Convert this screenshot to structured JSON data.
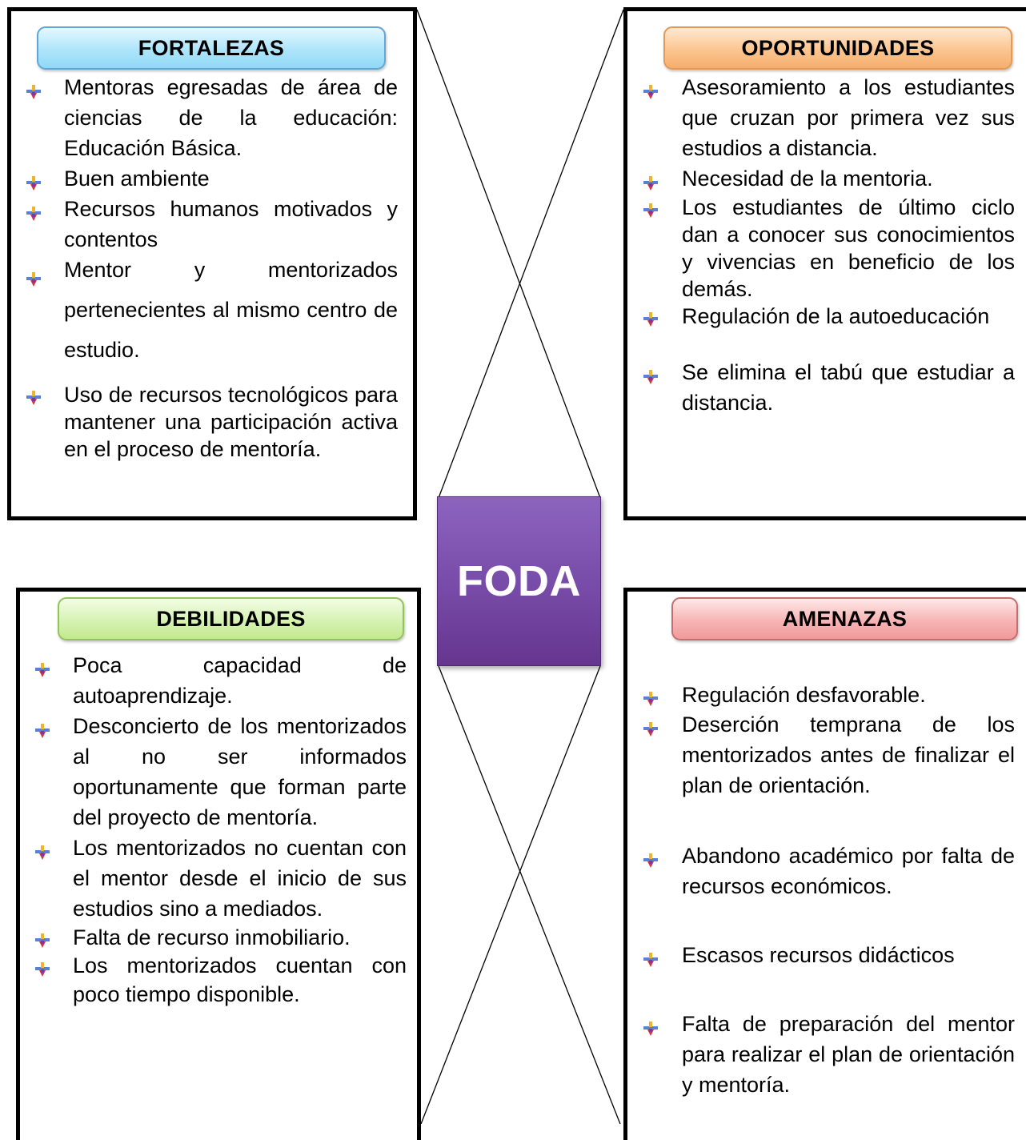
{
  "center": {
    "label": "FODA",
    "color": "#7a4fac"
  },
  "fortalezas": {
    "title": "FORTALEZAS",
    "color": "#aee5fb",
    "items": [
      "Mentoras egresadas de área de ciencias de la educación: Educación Básica.",
      "Buen ambiente",
      "Recursos humanos motivados y contentos",
      "Mentor y mentorizados pertenecientes al mismo centro de estudio.",
      "Uso de recursos tecnológicos para mantener una participación activa en el proceso de mentoría."
    ]
  },
  "oportunidades": {
    "title": "OPORTUNIDADES",
    "color": "#fbc590",
    "items": [
      "Asesoramiento a los estudiantes que cruzan por primera vez sus estudios a distancia.",
      "Necesidad de la mentoria.",
      "Los estudiantes de último ciclo dan a conocer sus conocimientos y vivencias en beneficio de los demás.",
      "Regulación de la autoeducación",
      "Se elimina el tabú que estudiar a distancia."
    ]
  },
  "debilidades": {
    "title": "DEBILIDADES",
    "color": "#d6f2b3",
    "items": [
      "Poca capacidad de autoaprendizaje.",
      "Desconcierto de los mentorizados al no ser informados oportunamente que forman parte del proyecto de mentoría.",
      "Los mentorizados no cuentan con el mentor desde el inicio de sus estudios sino a mediados.",
      "Falta de recurso inmobiliario.",
      "Los mentorizados cuentan con poco tiempo disponible."
    ]
  },
  "amenazas": {
    "title": "AMENAZAS",
    "color": "#f7b4b4",
    "items": [
      "Regulación desfavorable.",
      "Deserción temprana de los mentorizados antes de finalizar el plan de orientación.",
      "Abandono académico por falta de recursos económicos.",
      "Escasos recursos didácticos",
      "Falta de preparación del mentor para realizar el plan de orientación y mentoría."
    ]
  }
}
